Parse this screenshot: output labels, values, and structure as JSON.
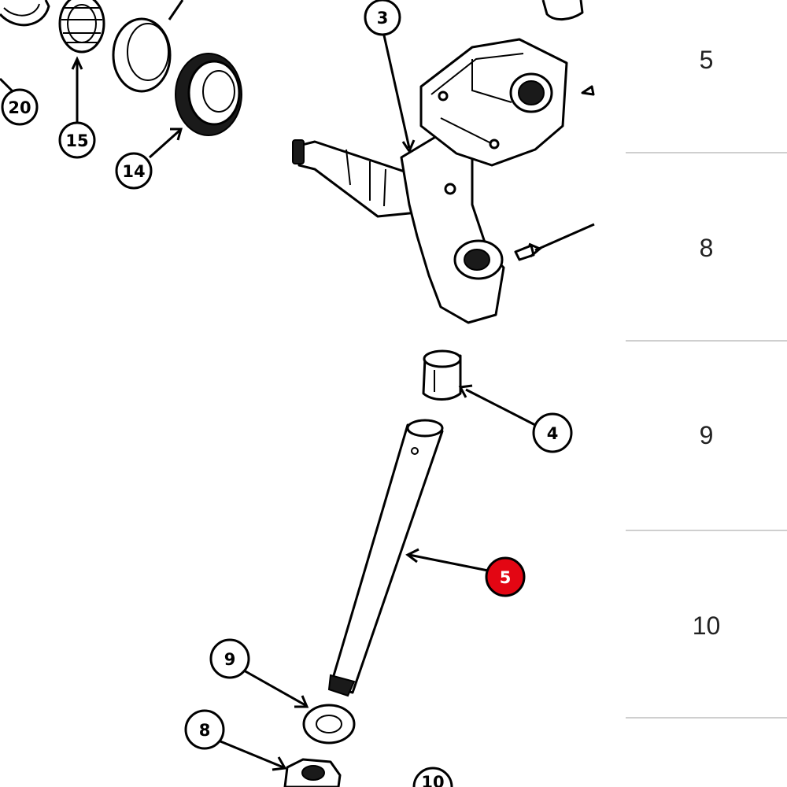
{
  "diagram": {
    "callouts": [
      {
        "id": "20",
        "label": "20",
        "active": false
      },
      {
        "id": "15",
        "label": "15",
        "active": false
      },
      {
        "id": "14",
        "label": "14",
        "active": false
      },
      {
        "id": "3",
        "label": "3",
        "active": false
      },
      {
        "id": "4",
        "label": "4",
        "active": false
      },
      {
        "id": "5",
        "label": "5",
        "active": true
      },
      {
        "id": "9",
        "label": "9",
        "active": false
      },
      {
        "id": "8",
        "label": "8",
        "active": false
      },
      {
        "id": "10",
        "label": "10",
        "active": false
      }
    ],
    "highlight_color": "#e30613"
  },
  "part_list": {
    "items": [
      {
        "label": "5"
      },
      {
        "label": "8"
      },
      {
        "label": "9"
      },
      {
        "label": "10"
      }
    ]
  }
}
